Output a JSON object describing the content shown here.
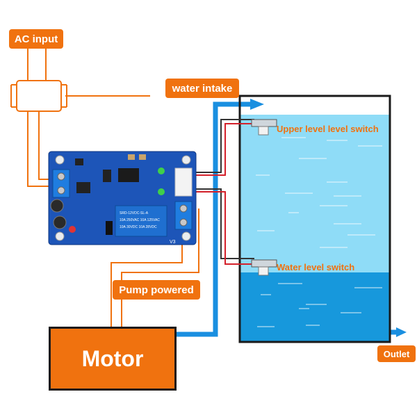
{
  "labels": {
    "ac_input": "AC input",
    "water_intake": "water intake",
    "pump_powered": "Pump powered",
    "motor": "Motor",
    "outlet": "Outlet",
    "upper_switch": "Upper level level switch",
    "water_switch": "Water level switch"
  },
  "board": {
    "relay_line1": "SRD-12VDC-SL-A",
    "relay_line2": "10A 250VAC 10A 125VAC",
    "relay_line3": "10A 30VDC 10A 28VDC",
    "silk_v3": "V3"
  },
  "colors": {
    "orange": "#f0720f",
    "pipe_blue": "#1a8fe0",
    "water_light": "#8fdcf7",
    "water_dark": "#1798dc",
    "pcb_blue": "#1d55b8",
    "relay_blue": "#1f6fd0",
    "wire_red": "#d4202a",
    "wire_dark": "#333333"
  }
}
